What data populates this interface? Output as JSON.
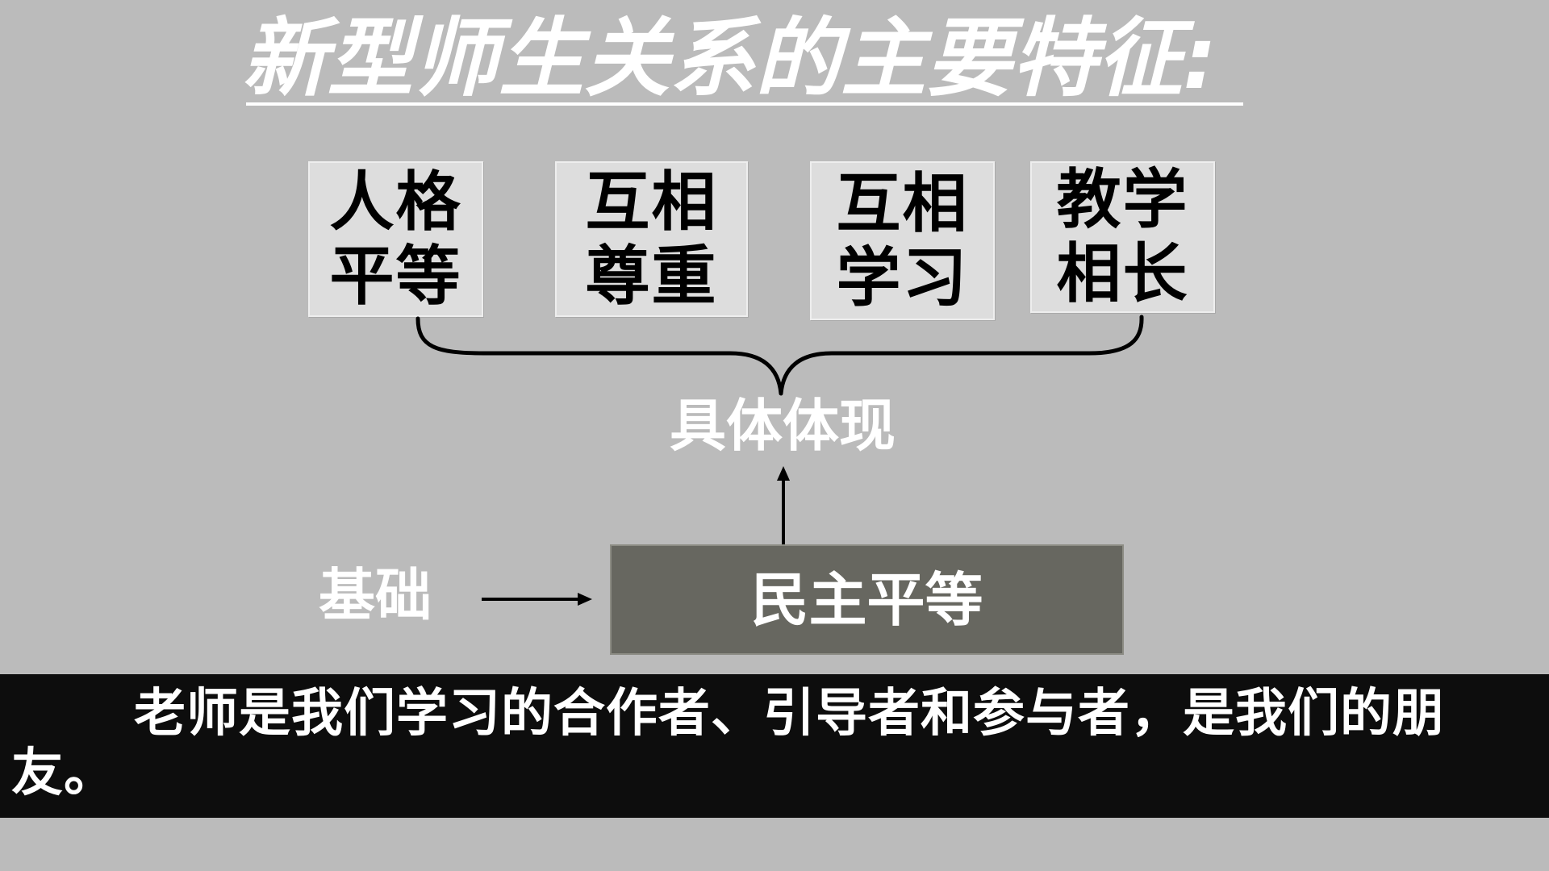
{
  "title": "新型师生关系的主要特征:",
  "features": [
    {
      "line1": "人格",
      "line2": "平等"
    },
    {
      "line1": "互相",
      "line2": "尊重"
    },
    {
      "line1": "互相",
      "line2": "学习"
    },
    {
      "line1": "教学",
      "line2": "相长"
    }
  ],
  "manifestation_label": "具体体现",
  "basis_label": "基础",
  "foundation": "民主平等",
  "summary": "老师是我们学习的合作者、引导者和参与者，是我们的朋友。",
  "colors": {
    "background": "#bbbbbb",
    "feature_box": "#dddddd",
    "foundation_box": "#676760",
    "bottom_band": "#0d0d0d",
    "text_light": "#ffffff",
    "text_dark": "#000000"
  }
}
